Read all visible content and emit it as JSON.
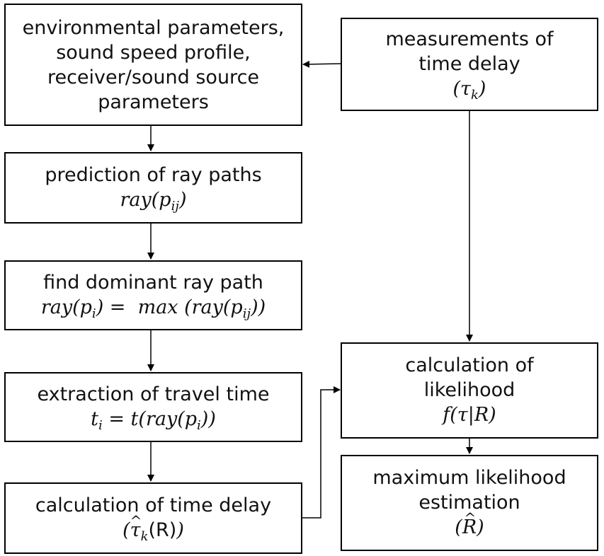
{
  "boxes": {
    "env": {
      "lines": [
        "environmental parameters,",
        "sound speed profile,",
        "receiver/sound source",
        "parameters"
      ]
    },
    "measurements": {
      "lines": [
        "measurements of",
        "time delay"
      ],
      "math": "(τk)"
    },
    "prediction": {
      "title": "prediction of ray paths",
      "math": "ray(pij)"
    },
    "dominant": {
      "title": "find dominant ray path",
      "math": "ray(pi) = max (ray(pij))"
    },
    "extraction": {
      "title": "extraction of travel time",
      "math": "ti = t(ray(pi))"
    },
    "timedelay": {
      "title": "calculation of time delay",
      "math": "(τ̂k(R))"
    },
    "likelihood": {
      "lines": [
        "calculation of",
        "likelihood"
      ],
      "math": "f(τ|R)"
    },
    "mle": {
      "lines": [
        "maximum likelihood",
        "estimation"
      ],
      "math": "(R̂)"
    }
  }
}
